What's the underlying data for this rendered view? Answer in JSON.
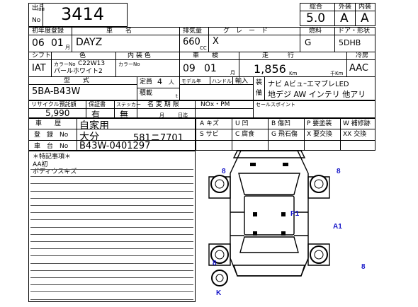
{
  "lot": {
    "label_top": "出品",
    "label_bottom": "No",
    "number": "3414"
  },
  "score": {
    "overall_label": "総合",
    "exterior_label": "外装",
    "interior_label": "内装",
    "overall": "5.0",
    "exterior": "A",
    "interior": "A"
  },
  "vehicle": {
    "first_reg_label": "初年度登録",
    "name_label": "車　　名",
    "displacement_label": "排気量",
    "grade_label": "グ　レ　ー　ド",
    "fuel_label": "燃料",
    "body_label": "ドア・形状",
    "year": "06",
    "month": "01",
    "month_unit": "月",
    "name": "DAYZ",
    "displacement": "660",
    "cc": "CC",
    "grade": "X",
    "fuel": "G",
    "body": "5DHB",
    "shift_label": "シフト",
    "color_label": "色",
    "interior_color_label": "内 装 色",
    "inspection_label": "車　　検",
    "mileage_label": "走　　　行",
    "ac_label": "冷房",
    "shift": "IAT",
    "color_no_label": "カラーNo",
    "color_no": "C22W13",
    "color_name": "パールホワイト2",
    "interior_color_no_label": "カラーNo",
    "inspection_year": "09",
    "inspection_month": "01",
    "inspection_month_unit": "月",
    "mileage": "1,856",
    "km": "Km",
    "thousand_km": "千Km",
    "ac": "AAC",
    "model_label": "型　　式",
    "model": "5BA-B43W",
    "capacity_label": "定員",
    "capacity": "4",
    "person_unit": "人",
    "load_label": "積載",
    "ton_unit": "t",
    "model_change_label": "モデル年",
    "handle_label": "ハンドル",
    "import_label": "輸入",
    "equipment_label_1": "装",
    "equipment_label_2": "備",
    "equipment_line1": "ナビ AビュｰエマブレLED",
    "equipment_line2": "地デジ AW インテリ 他アリ",
    "recycle_label": "リサイクル預託額",
    "warranty_label": "保証書",
    "sticker_label": "ステッカー",
    "name_change_label": "名 変 期 限",
    "nox_label": "NOx・PM",
    "sales_point_label": "セールスポイント",
    "recycle": "5,990",
    "warranty": "有",
    "sticker": "無",
    "nc_month_unit": "月",
    "nc_day_unit": "日迄",
    "history_label": "車　　歴",
    "history": "自家用",
    "reg_label": "登　録　No",
    "reg_area": "大分",
    "reg_number": "581ニ7701",
    "chassis_label": "車　台　No",
    "chassis": "B43W-0401297"
  },
  "legend": {
    "rows": [
      [
        "A キズ",
        "U 凹",
        "P 要塗装",
        "W 補修跡"
      ],
      [
        "S サビ",
        "C 腐食",
        "G 飛石傷",
        "X 要交換",
        "XX 交換"
      ],
      [
        "",
        "",
        "B 傷凹",
        ""
      ]
    ]
  },
  "remarks": {
    "title": "＊特記事項＊",
    "lines": [
      "AA初",
      "ボディウスキズ"
    ]
  },
  "diagram": {
    "marks": [
      "8",
      "8",
      "P1",
      "A1",
      "8",
      "8",
      "K"
    ]
  }
}
